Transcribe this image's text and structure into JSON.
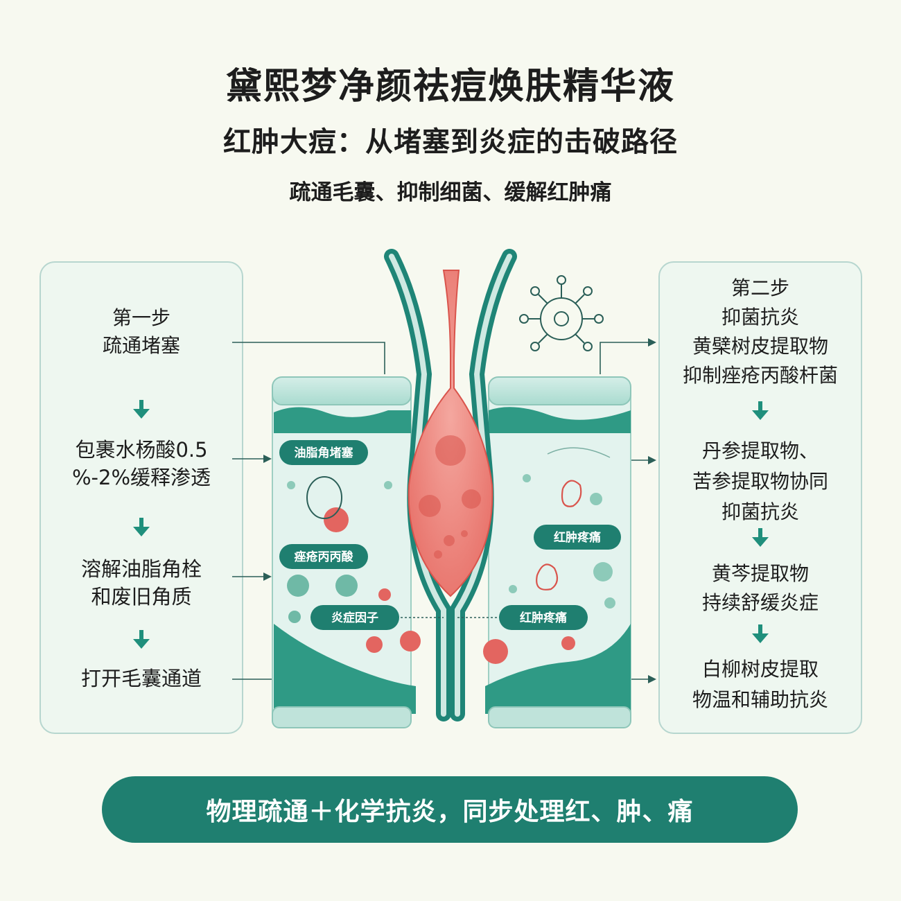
{
  "header": {
    "title": "黛熙梦净颜祛痘焕肤精华液",
    "subtitle": "红肿大痘：从堵塞到炎症的击破路径",
    "tagline": "疏通毛囊、抑制细菌、缓解红肿痛"
  },
  "left_panel": {
    "steps": [
      {
        "lines": [
          "第一步",
          "疏通堵塞"
        ]
      },
      {
        "lines": [
          "包裹水杨酸0.5",
          "%-2%缓释渗透"
        ]
      },
      {
        "lines": [
          "溶解油脂角栓",
          "和废旧角质"
        ]
      },
      {
        "lines": [
          "打开毛囊通道"
        ]
      }
    ]
  },
  "right_panel": {
    "steps": [
      {
        "lines": [
          "第二步",
          "抑菌抗炎",
          "黄檗树皮提取物",
          "抑制痤疮丙酸杆菌"
        ]
      },
      {
        "lines": [
          "丹参提取物、",
          "苦参提取物协同",
          "抑菌抗炎"
        ]
      },
      {
        "lines": [
          "黄芩提取物",
          "持续舒缓炎症"
        ]
      },
      {
        "lines": [
          "白柳树皮提取",
          "物温和辅助抗炎"
        ]
      }
    ]
  },
  "diagram": {
    "labels": {
      "oil_plug": "油脂角堵塞",
      "acne_bacteria": "痤疮丙丙酸",
      "inflammation_factor": "炎症因子",
      "redness_pain_upper": "红肿疼痛",
      "redness_pain_lower": "红肿疼痛"
    },
    "colors": {
      "teal_dark": "#1f8577",
      "teal_light": "#c9e8e0",
      "red": "#e6716a",
      "red_light": "#f6c2b8"
    }
  },
  "footer": {
    "banner": "物理疏通＋化学抗炎，同步处理红、肿、痛"
  }
}
